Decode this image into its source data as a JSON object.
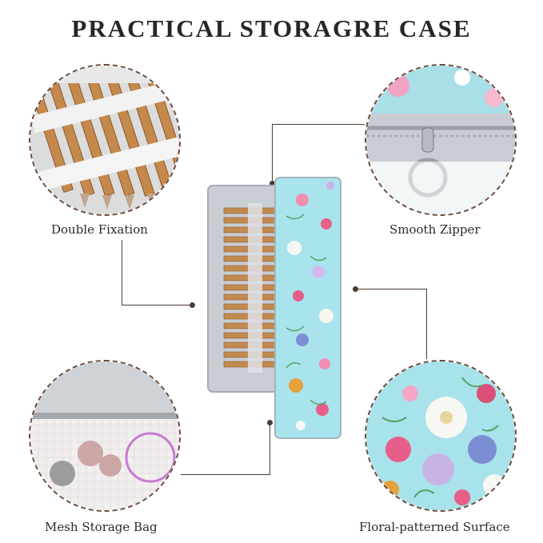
{
  "title": "PRACTICAL STORAGRE CASE",
  "features": {
    "double_fixation": "Double Fixation",
    "smooth_zipper": "Smooth Zipper",
    "mesh_storage_bag": "Mesh Storage Bag",
    "floral_surface": "Floral-patterned Surface"
  },
  "colors": {
    "dashed_border": "#6d4a3a",
    "case_cover": "#a9e4ec",
    "case_lining": "#c9cdd4",
    "bamboo": "#c28a4e"
  }
}
